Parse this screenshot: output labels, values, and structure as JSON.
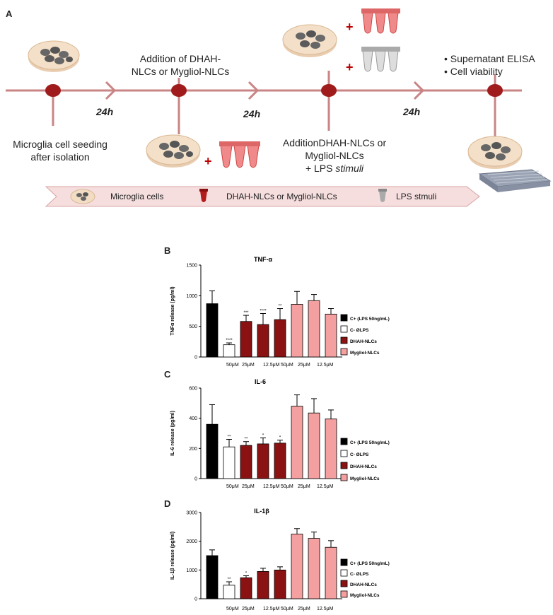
{
  "panel_letters": {
    "a": "A",
    "b": "B",
    "c": "C",
    "d": "D"
  },
  "timeline": {
    "step1": [
      "Microglia cell seeding",
      "after isolation"
    ],
    "step2": [
      "Addition of  DHAH-",
      "NLCs or Mygliol-NLCs"
    ],
    "step3_lines": [
      "AdditionDHAH-NLCs or",
      "Mygliol-NLCs"
    ],
    "step3_last_prefix": "+ LPS ",
    "step3_last_italic": "stimuli",
    "step4": [
      "Supernatant ELISA",
      "Cell viability"
    ],
    "intervals": [
      "24h",
      "24h",
      "24h"
    ],
    "plus_sign": "+",
    "bullet": "•"
  },
  "legend_bar": {
    "items": [
      "Microglia cells",
      "DHAH-NLCs or Mygliol-NLCs",
      "LPS stmuli"
    ]
  },
  "colors": {
    "timeline": "#c98585",
    "node": "#a01c1c",
    "black": "#000000",
    "white": "#ffffff",
    "dark_red": "#8b1212",
    "light_pink": "#f4a0a0",
    "dish": "#f2dcc4",
    "cells": "#555555"
  },
  "chart_data": [
    {
      "type": "bar",
      "title": "TNF-α",
      "ylabel": "TNFα release (pg/ml)",
      "ylim": [
        0,
        1500
      ],
      "yticks": [
        "0",
        "500",
        "1000",
        "1500"
      ],
      "categories": [
        "",
        "",
        "50μM",
        "25μM",
        "12.5μM",
        "50μM",
        "25μM",
        "12.5μM"
      ],
      "values": [
        870,
        200,
        580,
        530,
        610,
        860,
        920,
        700
      ],
      "errors": [
        210,
        30,
        100,
        180,
        180,
        210,
        100,
        90
      ],
      "significance": [
        "",
        "****",
        "***",
        "****",
        "**",
        "",
        "",
        ""
      ],
      "groups": [
        "C+",
        "C-",
        "DHAH",
        "DHAH",
        "DHAH",
        "Myg",
        "Myg",
        "Myg"
      ],
      "legend": [
        "C+ (LPS 50ng/mL)",
        "C- ØLPS",
        "DHAH-NLCs",
        "Mygliol-NLCs"
      ]
    },
    {
      "type": "bar",
      "title": "IL-6",
      "ylabel": "IL-6 release (pg/ml)",
      "ylim": [
        0,
        600
      ],
      "yticks": [
        "0",
        "200",
        "400",
        "600"
      ],
      "categories": [
        "",
        "",
        "50μM",
        "25μM",
        "12.5μM",
        "50μM",
        "25μM",
        "12.5μM"
      ],
      "values": [
        360,
        210,
        220,
        230,
        235,
        480,
        435,
        395
      ],
      "errors": [
        130,
        50,
        25,
        40,
        20,
        75,
        95,
        60
      ],
      "significance": [
        "",
        "**",
        "**",
        "*",
        "*",
        "",
        "",
        ""
      ],
      "groups": [
        "C+",
        "C-",
        "DHAH",
        "DHAH",
        "DHAH",
        "Myg",
        "Myg",
        "Myg"
      ],
      "legend": [
        "C+ (LPS 50ng/mL)",
        "C- ØLPS",
        "DHAH-NLCs",
        "Mygliol-NLCs"
      ]
    },
    {
      "type": "bar",
      "title": "IL-1β",
      "ylabel": "IL-1β release (pg/ml)",
      "ylim": [
        0,
        3000
      ],
      "yticks": [
        "0",
        "1000",
        "2000",
        "3000"
      ],
      "categories": [
        "",
        "",
        "50μM",
        "25μM",
        "12.5μM",
        "50μM",
        "25μM",
        "12.5μM"
      ],
      "values": [
        1500,
        470,
        730,
        950,
        1000,
        2250,
        2100,
        1790
      ],
      "errors": [
        200,
        120,
        70,
        110,
        110,
        190,
        220,
        230
      ],
      "significance": [
        "",
        "**",
        "*",
        "",
        "",
        "",
        "",
        ""
      ],
      "groups": [
        "C+",
        "C-",
        "DHAH",
        "DHAH",
        "DHAH",
        "Myg",
        "Myg",
        "Myg"
      ],
      "legend": [
        "C+ (LPS 50ng/mL)",
        "C- ØLPS",
        "DHAH-NLCs",
        "Mygliol-NLCs"
      ]
    }
  ]
}
